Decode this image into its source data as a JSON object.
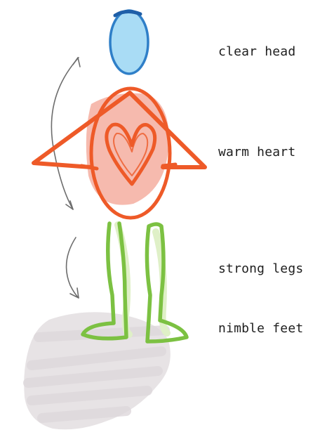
{
  "labels": {
    "head": "clear head",
    "heart": "warm heart",
    "legs": "strong legs",
    "feet": "nimble feet"
  },
  "colors": {
    "head_fill": "#a9dcf5",
    "head_stroke": "#2f7fc8",
    "body_fill": "#f5b3a5",
    "body_stroke": "#ee5a28",
    "heart_stroke": "#ee5a28",
    "legs_stroke": "#7cc142",
    "legs_fill": "#dff0c7",
    "shadow": "#e6e1e4",
    "arrow": "#6d6d6d",
    "text": "#1e1e1e"
  },
  "icons": {
    "head": "head-oval-icon",
    "heart": "heart-icon",
    "arrows": "curved-arrow-icon"
  }
}
